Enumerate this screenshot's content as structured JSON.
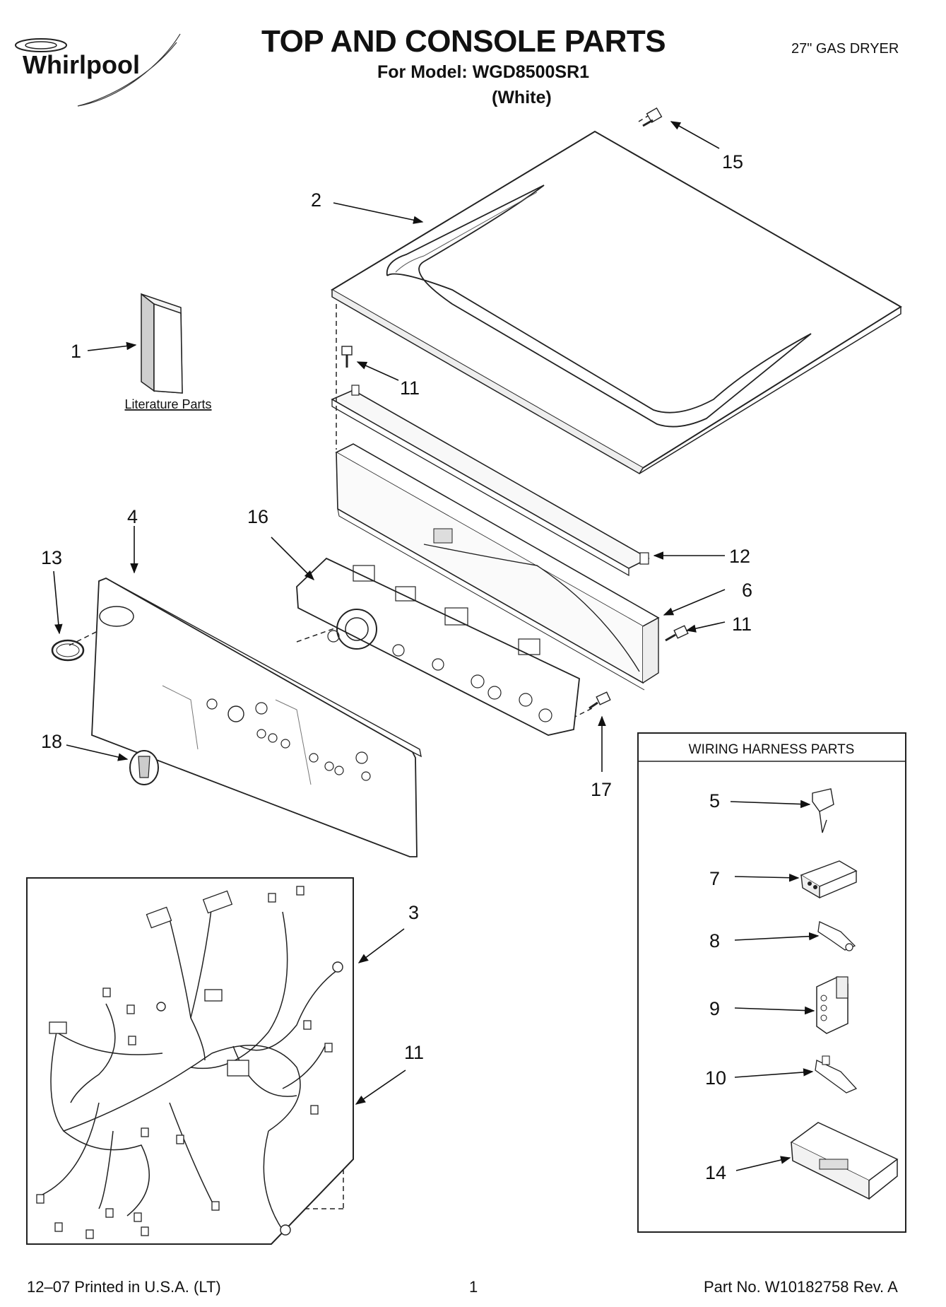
{
  "header": {
    "brand": "Whirlpool",
    "title": "TOP AND CONSOLE PARTS",
    "model_line": "For Model: WGD8500SR1",
    "color": "(White)",
    "product": "27\" GAS DRYER"
  },
  "callouts": {
    "c1": "1",
    "c2": "2",
    "c3": "3",
    "c4": "4",
    "c6": "6",
    "c11a": "11",
    "c11b": "11",
    "c11c": "11",
    "c12": "12",
    "c13": "13",
    "c15": "15",
    "c16": "16",
    "c17": "17",
    "c18": "18"
  },
  "literature_label": "Literature Parts",
  "wiring_box": {
    "title": "WIRING HARNESS PARTS",
    "c5": "5",
    "c7": "7",
    "c8": "8",
    "c9": "9",
    "c10": "10",
    "c14": "14"
  },
  "footer": {
    "printed": "12–07 Printed in U.S.A. (LT)",
    "page": "1",
    "part_no": "Part No. W10182758 Rev. A"
  }
}
